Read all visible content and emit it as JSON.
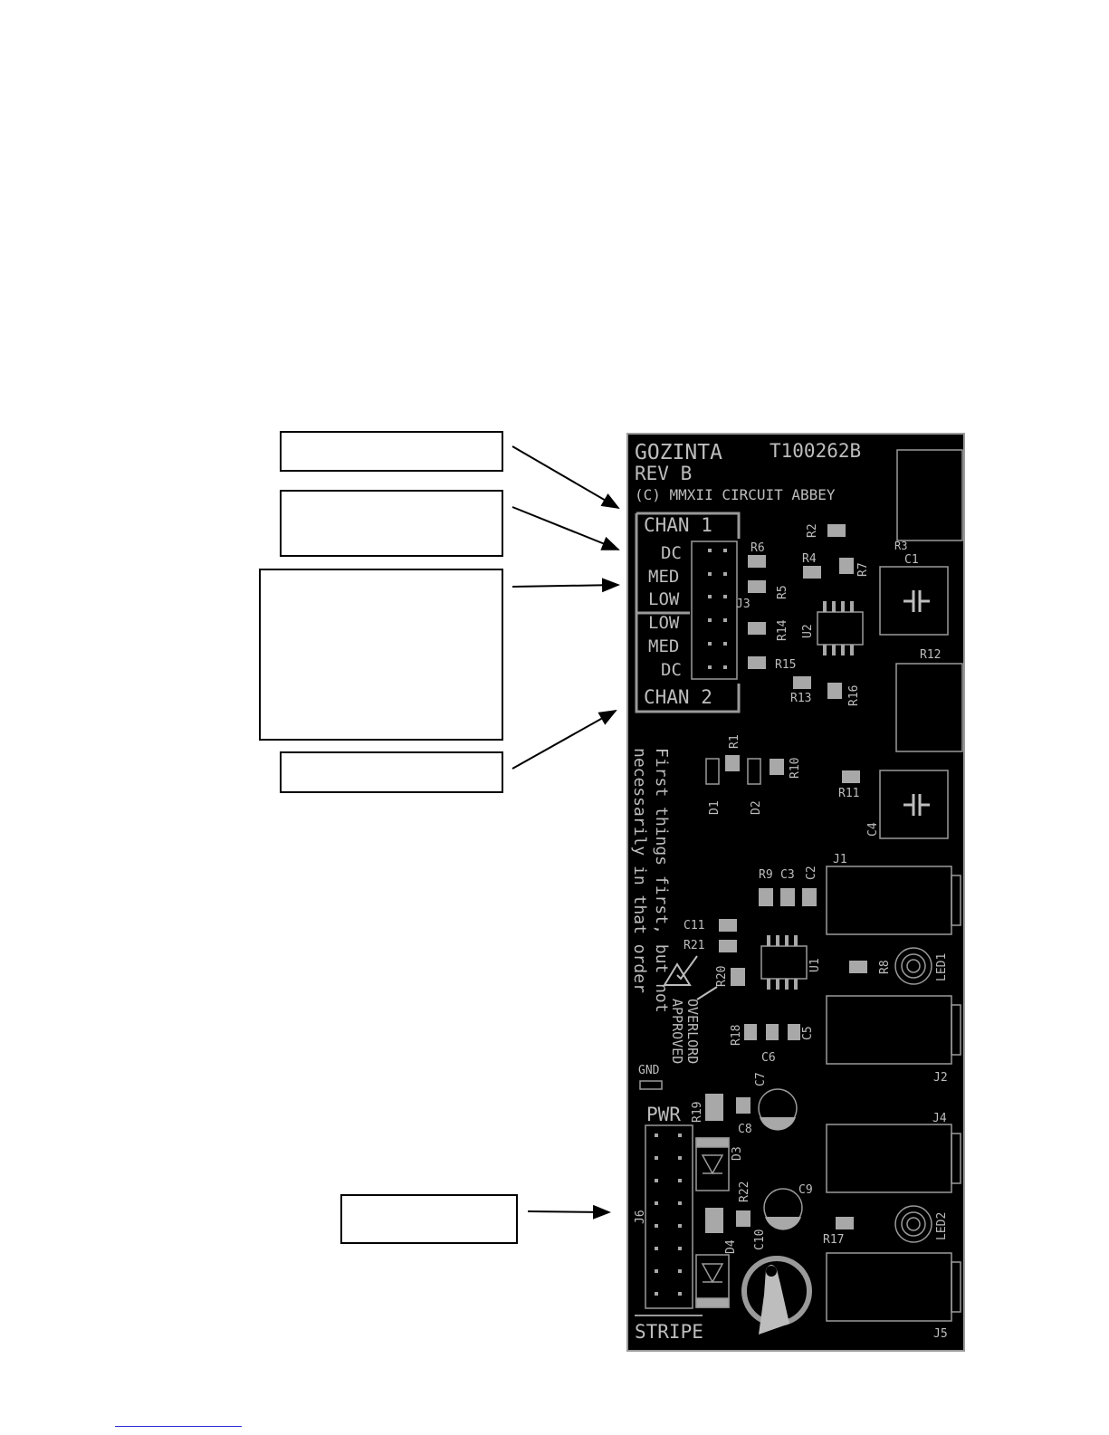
{
  "colors": {
    "board": "#000000",
    "board_edge": "#9a9a9a",
    "silkscreen": "#bdbdbd",
    "pad": "#a8a8a8",
    "callout_border": "#000000",
    "arrow": "#000000",
    "footnote_rule": "#2b2bd6"
  },
  "board": {
    "title": "GOZINTA",
    "revision": "REV B",
    "part_number": "T100262B",
    "copyright": "(C) MMXII CIRCUIT ABBEY",
    "header_j3": {
      "chan1": "CHAN 1",
      "chan2": "CHAN 2",
      "ref": "J3",
      "chan1_pins": [
        "DC",
        "MED",
        "LOW"
      ],
      "chan2_pins": [
        "LOW",
        "MED",
        "DC"
      ]
    },
    "motto_line1": "First things first, but not",
    "motto_line2": "necessarily in that order",
    "overlord_line1": "OVERLORD",
    "overlord_line2": "APPROVED",
    "power": {
      "label": "PWR",
      "ref": "J6",
      "stripe": "STRIPE",
      "gnd": "GND"
    },
    "designators": {
      "r2": "R2",
      "r3": "R3",
      "c1": "C1",
      "r4": "R4",
      "r7": "R7",
      "r6": "R6",
      "r5": "R5",
      "u2": "U2",
      "r14": "R14",
      "r15": "R15",
      "r13": "R13",
      "r16": "R16",
      "r12": "R12",
      "r1": "R1",
      "r10": "R10",
      "d1": "D1",
      "d2": "D2",
      "r11": "R11",
      "c4": "C4",
      "r9": "R9",
      "c3": "C3",
      "c2": "C2",
      "j1": "J1",
      "c11": "C11",
      "r21": "R21",
      "r20": "R20",
      "u1": "U1",
      "r8": "R8",
      "led1": "LED1",
      "r18": "R18",
      "c5": "C5",
      "c6": "C6",
      "j2": "J2",
      "c7": "C7",
      "r19": "R19",
      "c8": "C8",
      "d3": "D3",
      "j4": "J4",
      "r22": "R22",
      "c9": "C9",
      "r17": "R17",
      "led2": "LED2",
      "d4": "D4",
      "c10": "C10",
      "j5": "J5"
    }
  }
}
